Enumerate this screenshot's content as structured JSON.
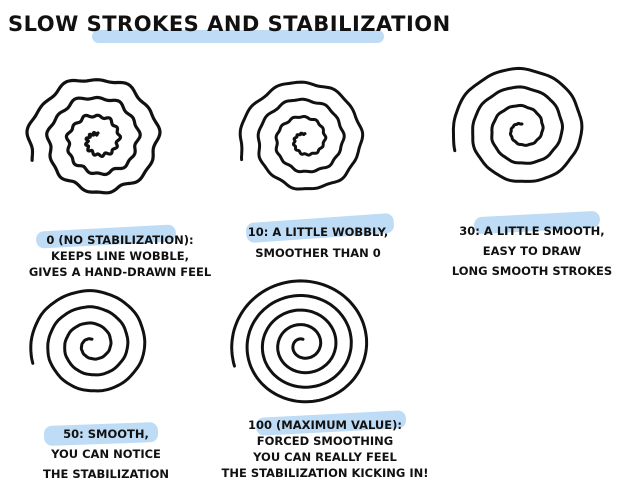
{
  "title": "Slow strokes and stabilization",
  "highlight_color": "#bfdcf7",
  "examples": [
    {
      "value": "0",
      "lines": [
        "0 (no stabilization):",
        "keeps line wobble,",
        "gives a hand-drawn feel"
      ]
    },
    {
      "value": "10",
      "lines": [
        "10: a little wobbly,",
        "smoother than 0"
      ]
    },
    {
      "value": "30",
      "lines": [
        "30: a little smooth,",
        "easy to draw",
        "long smooth strokes"
      ]
    },
    {
      "value": "50",
      "lines": [
        "50: smooth,",
        "you can notice",
        "the stabilization"
      ]
    },
    {
      "value": "100",
      "lines": [
        "100 (maximum value):",
        "forced smoothing",
        "you can really feel",
        "the stabilization kicking in!"
      ]
    }
  ]
}
